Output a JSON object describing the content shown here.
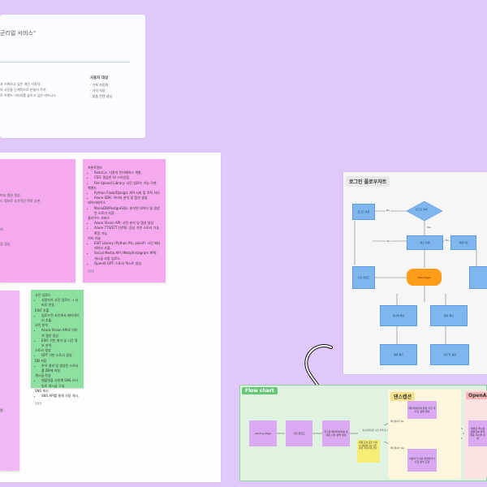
{
  "doc": {
    "title": "군리얼 서비스\"",
    "text_lines": [
      "과 기록하고 싶은 개인 사용자.",
      "의 사진을 단계적으로 만들어 주기.",
      "로 브랜드 이미지를 높이고 싶은 비즈니스."
    ],
    "aside_title": "사용자 대상",
    "aside_items": [
      "· 기록 자동화",
      "· 기억 저장",
      "· 맞춤 컨텐 생성"
    ]
  },
  "pink1": {
    "lines": [
      "미지 캡션 생성.",
      "드 정보로 추가적인 맥락 추론.",
      "지.",
      "검 생성."
    ]
  },
  "pink2": {
    "sec1": "프론트엔드",
    "sec1_items": [
      "React.js: 사용자 인터페이스 개발.",
      "CSS: 깔끔한 UI 스타일링.",
      "File Upload Library: 사진 업로드 기능 구현."
    ],
    "sec2": "백엔드",
    "sec2_items": [
      "Python Flask/Django: API 서버 및 로직 처리.",
      "Azure SDK: 이미지 분석 및 캡션 생성."
    ],
    "sec3": "데이터베이스",
    "sec3_items": [
      "MariaDB/PostgreSQL: 분석된 데이터 및 생성된 스토리 저장."
    ],
    "sec4": "클라우드 서비스",
    "sec4_items": [
      "Azure Vision API: 사진 분석 및 캡션 생성.",
      "Azure TTS/STT (선택): 음성 기반 스토리 기능 확장 가능."
    ],
    "sec5": "기타 기술",
    "sec5_items": [
      "EXIF Library (Python PIL, piexif): 사진 메타데이터 추출.",
      "Social Media API (Meta/Instagram API): 게시글 자동 업로드.",
      "OpenAI GPT: 스토리 텍스트 생성."
    ],
    "sig": "정문정"
  },
  "green1": {
    "s1": "사진 업로드",
    "s1_items": [
      "사용자가 사진 업로드 → 서버로 전송."
    ],
    "s2": "EXIF 추출",
    "s2_items": [
      "업로드된 사진에서 메타데이터 추출."
    ],
    "s3": "사진 분석",
    "s3_items": [
      "Azure Vision API로 이미지 캡션 생성.",
      "EXIF 기반 위치 및 시간 정보 분석."
    ],
    "s4": "스토리 생성",
    "s4_items": [
      "GPT 기반 스토리 생성."
    ],
    "s5": "DB 저장",
    "s5_items": [
      "분석 결과 및 생성된 스토리를 DB에 저장."
    ],
    "s6": "게시글 작성",
    "s6_items": [
      "템플릿을 사용해 SNS 스타일로 게시글 구성."
    ],
    "s7": "SNS 게시",
    "s7_items": [
      "SNS API를 통해 자동 게시."
    ],
    "sig": "정문정"
  },
  "purple1": {
    "text": "원."
  },
  "flowchart": {
    "title": "로그인 플로우차트",
    "nodes": {
      "n1": "로그인 화면",
      "d1": "로그인 여부",
      "n2": "메인 화면",
      "n3": "회원가입",
      "start": "Start Page",
      "n4": "사진 업로드",
      "n5": "게시물 확인",
      "n6": "결과 확인",
      "n7": "저장 및 공유"
    },
    "edge_labels": [
      "No",
      "Yes",
      "Yes",
      "No"
    ]
  },
  "flow_chart": {
    "label": "Flow chart",
    "nodes": [
      "Landing Page",
      "사진 업로드",
      "추출된 메타데이터를 토대로 사진 설명 생성",
      "게시글에 대한 사진 선택 및 사진 설명 반영",
      "생성된 게시물 사진 설명 수정 요청"
    ],
    "text_notes": [
      "최종 요청 중간 이미지 생성하거나 다른 분을 기다리게 한다"
    ],
    "dance_label": "댄스캡션",
    "dance_nodes": [
      "메타데이터와 문법 추출 후 사진 설명 생성",
      "이용자가 새로 촬영하거나 사진 분석 요청"
    ],
    "dance_tags": [
      "메타데이터 No",
      "메타데이터 Yes"
    ],
    "oa_label": "OpenAI",
    "oa_nodes": [
      "생성된 게시글 템플릿에 맞게 최종 게시물 생성"
    ]
  },
  "colors": {
    "background": "#e0c8fb",
    "pink_sticky": "#f5a9ef",
    "green_sticky": "#8ee0a0",
    "flow_blue": "#7fb6ee",
    "flow_orange": "#ff9c1a",
    "flow_frame": "#dff3e0",
    "flow_label": "#67c777"
  }
}
